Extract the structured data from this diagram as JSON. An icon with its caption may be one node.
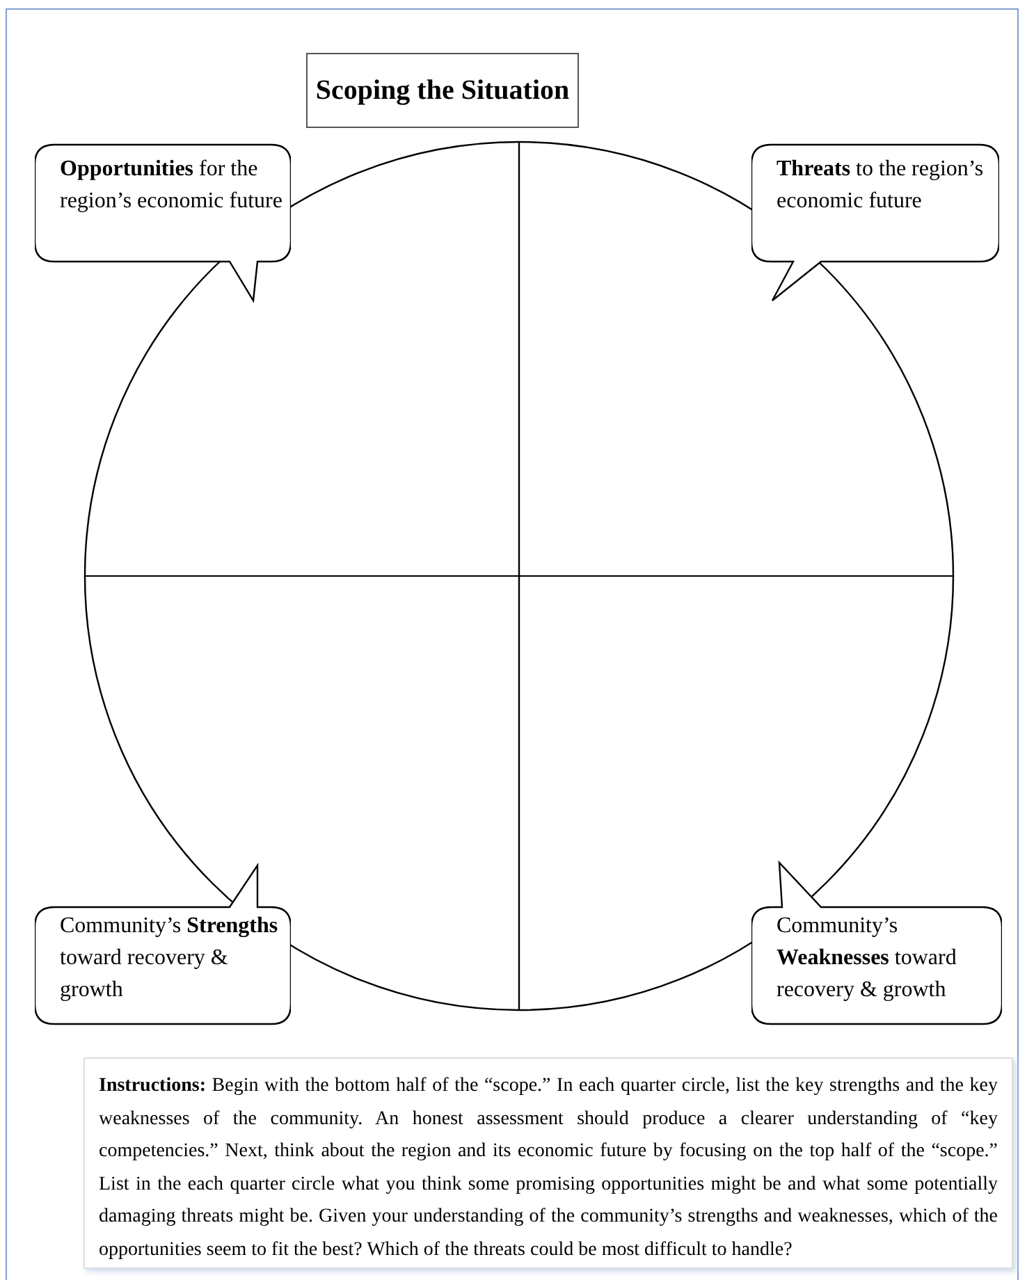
{
  "diagram": {
    "title": "Scoping the Situation",
    "nodes": [
      {
        "text": [
          "**Opportunities** for the region’s economic future"
        ]
      },
      {
        "text": [
          "**Threats** to the region’s economic future"
        ]
      },
      {
        "text": [
          "Community’s **Strengths** toward recovery & growth"
        ]
      },
      {
        "text": [
          "Community’s **Weaknesses** toward recovery & growth"
        ]
      },
      {
        "text": [],
        "shape": "circle"
      },
      {
        "text": [
          "**Instructions:** Begin with the bottom half of the “scope.”  In each quarter circle, list the key strengths and the key weaknesses of the community.  An honest assessment should produce a clearer understanding of “key competencies.”  Next, think about the region and its economic future by focusing on the top half of the “scope.”  List in the each quarter circle what you think some promising opportunities might be and what some potentially damaging threats might be.  Given your understanding of the community’s strengths and weaknesses, which of the opportunities seem to fit the best?  Which of the threats could be most difficult to handle?"
        ]
      }
    ]
  }
}
